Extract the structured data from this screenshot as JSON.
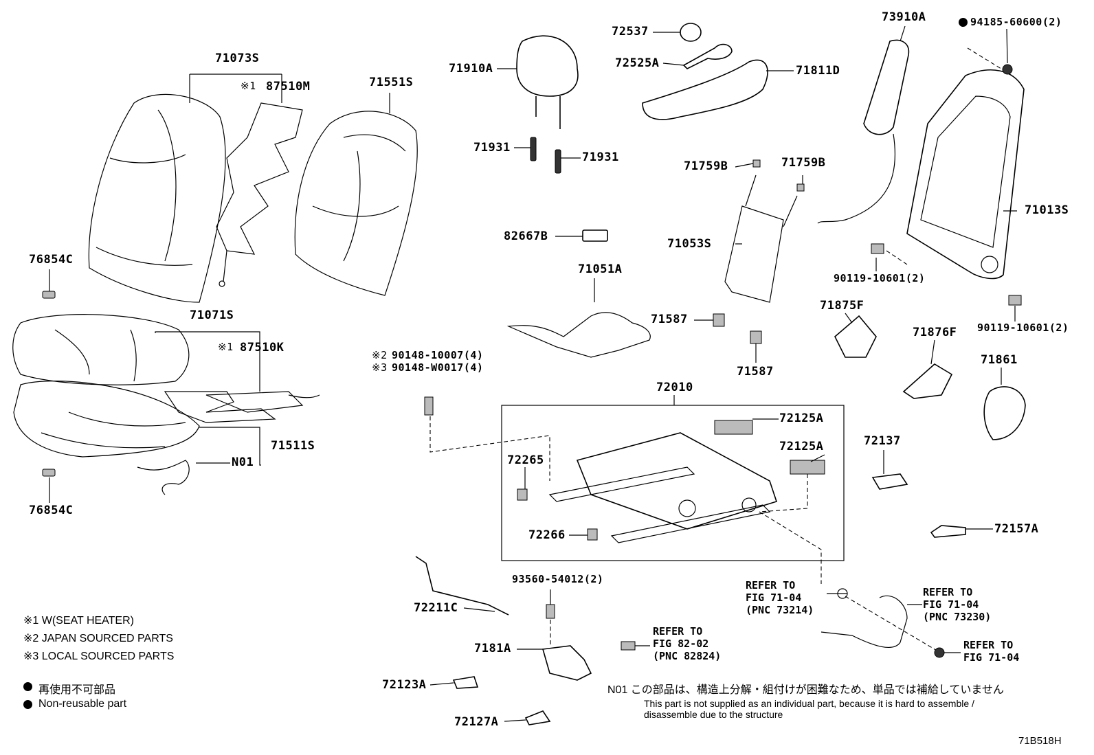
{
  "parts": {
    "p71073S": "71073S",
    "p87510M": "87510M",
    "p71551S": "71551S",
    "p76854C_top": "76854C",
    "p71071S": "71071S",
    "p87510K": "87510K",
    "p71511S": "71511S",
    "pN01": "N01",
    "p76854C_bot": "76854C",
    "p71910A": "71910A",
    "p71931_a": "71931",
    "p71931_b": "71931",
    "p72537": "72537",
    "p72525A": "72525A",
    "p71811D": "71811D",
    "p82667B": "82667B",
    "p71051A": "71051A",
    "p71759B_a": "71759B",
    "p71759B_b": "71759B",
    "p71053S": "71053S",
    "p71587_a": "71587",
    "p71587_b": "71587",
    "p73910A": "73910A",
    "p94185": "94185-60600(2)",
    "p71013S": "71013S",
    "p90119_a": "90119-10601(2)",
    "p90119_b": "90119-10601(2)",
    "p71875F": "71875F",
    "p71876F": "71876F",
    "p71861": "71861",
    "p90148_jp": "90148-10007(4)",
    "p90148_local": "90148-W0017(4)",
    "p72010": "72010",
    "p72125A_a": "72125A",
    "p72125A_b": "72125A",
    "p72265": "72265",
    "p72266": "72266",
    "p72137": "72137",
    "p72157A": "72157A",
    "p72211C": "72211C",
    "p93560": "93560-54012(2)",
    "p7181A": "7181A",
    "p72123A": "72123A",
    "p72127A": "72127A"
  },
  "marks": {
    "m1": "※1",
    "m2": "※2",
    "m3": "※3"
  },
  "refs": {
    "ref_73214": [
      "REFER TO",
      "FIG 71-04",
      "(PNC 73214)"
    ],
    "ref_73230": [
      "REFER TO",
      "FIG 71-04",
      "(PNC 73230)"
    ],
    "ref_82824": [
      "REFER TO",
      "FIG 82-02",
      "(PNC 82824)"
    ],
    "ref_7104": [
      "REFER TO",
      "FIG 71-04"
    ]
  },
  "legend": {
    "l1": "※1 W(SEAT HEATER)",
    "l2": "※2 JAPAN SOURCED PARTS",
    "l3": "※3 LOCAL SOURCED PARTS",
    "l4": "再使用不可部品",
    "l5": "Non-reusable part"
  },
  "footnote": {
    "jp": "N01 この部品は、構造上分解・組付けが困難なため、単品では補給していません",
    "en1": "This part is not supplied as an individual part, because it is hard to assemble /",
    "en2": "disassemble due to the structure"
  },
  "figure_id": "71B518H"
}
